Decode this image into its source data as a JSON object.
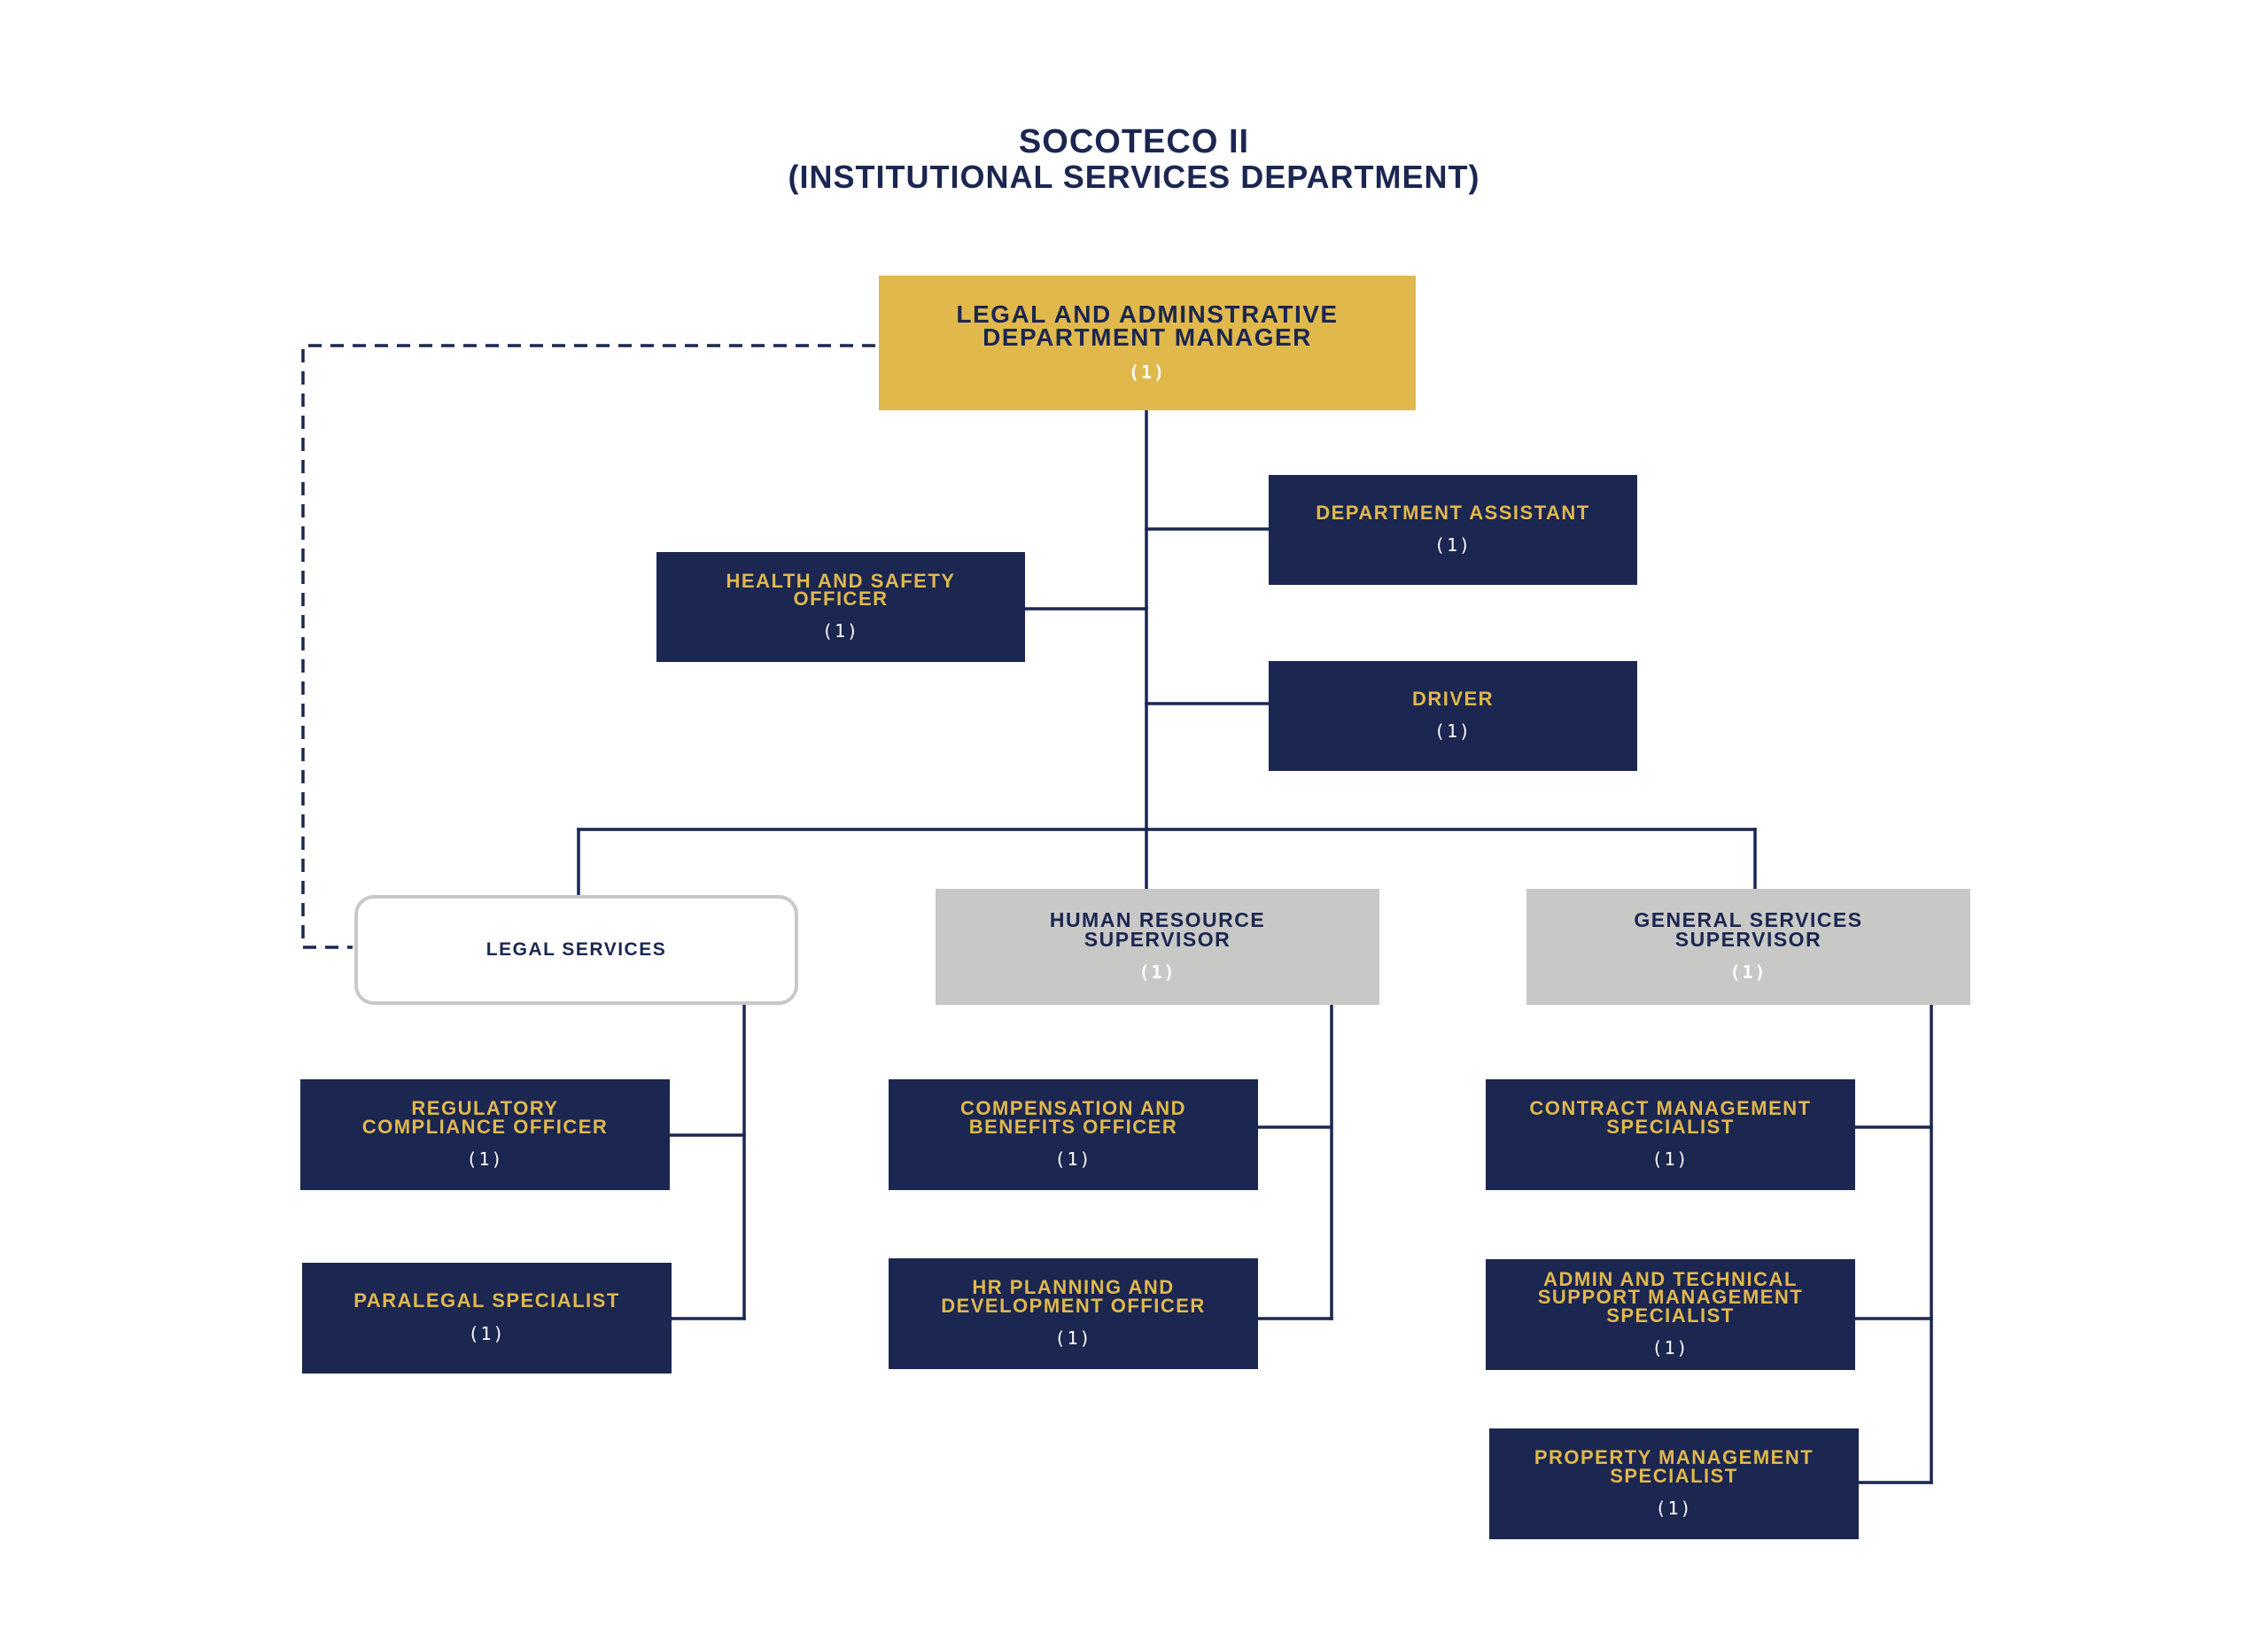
{
  "title": {
    "line1": "SOCOTECO II",
    "line2": "(INSTITUTIONAL SERVICES DEPARTMENT)"
  },
  "colors": {
    "navy": "#1b2651",
    "gold": "#e0b84c",
    "gray": "#c8c8c6",
    "white": "#ffffff"
  },
  "nodes": {
    "manager": {
      "label": "LEGAL AND ADMINSTRATIVE\nDEPARTMENT MANAGER",
      "count": "(1)"
    },
    "department_assistant": {
      "label": "DEPARTMENT ASSISTANT",
      "count": "(1)"
    },
    "health_safety": {
      "label": "HEALTH AND SAFETY\nOFFICER",
      "count": "(1)"
    },
    "driver": {
      "label": "DRIVER",
      "count": "(1)"
    },
    "legal_services": {
      "label": "LEGAL SERVICES"
    },
    "hr_supervisor": {
      "label": "HUMAN RESOURCE\nSUPERVISOR",
      "count": "(1)"
    },
    "gs_supervisor": {
      "label": "GENERAL SERVICES\nSUPERVISOR",
      "count": "(1)"
    },
    "regulatory": {
      "label": "REGULATORY\nCOMPLIANCE OFFICER",
      "count": "(1)"
    },
    "paralegal": {
      "label": "PARALEGAL SPECIALIST",
      "count": "(1)"
    },
    "compensation": {
      "label": "COMPENSATION AND\nBENEFITS OFFICER",
      "count": "(1)"
    },
    "hr_planning": {
      "label": "HR PLANNING AND\nDEVELOPMENT OFFICER",
      "count": "(1)"
    },
    "contract": {
      "label": "CONTRACT MANAGEMENT\nSPECIALIST",
      "count": "(1)"
    },
    "admin_tech": {
      "label": "ADMIN AND TECHNICAL\nSUPPORT MANAGEMENT\nSPECIALIST",
      "count": "(1)"
    },
    "property": {
      "label": "PROPERTY MANAGEMENT\nSPECIALIST",
      "count": "(1)"
    }
  }
}
